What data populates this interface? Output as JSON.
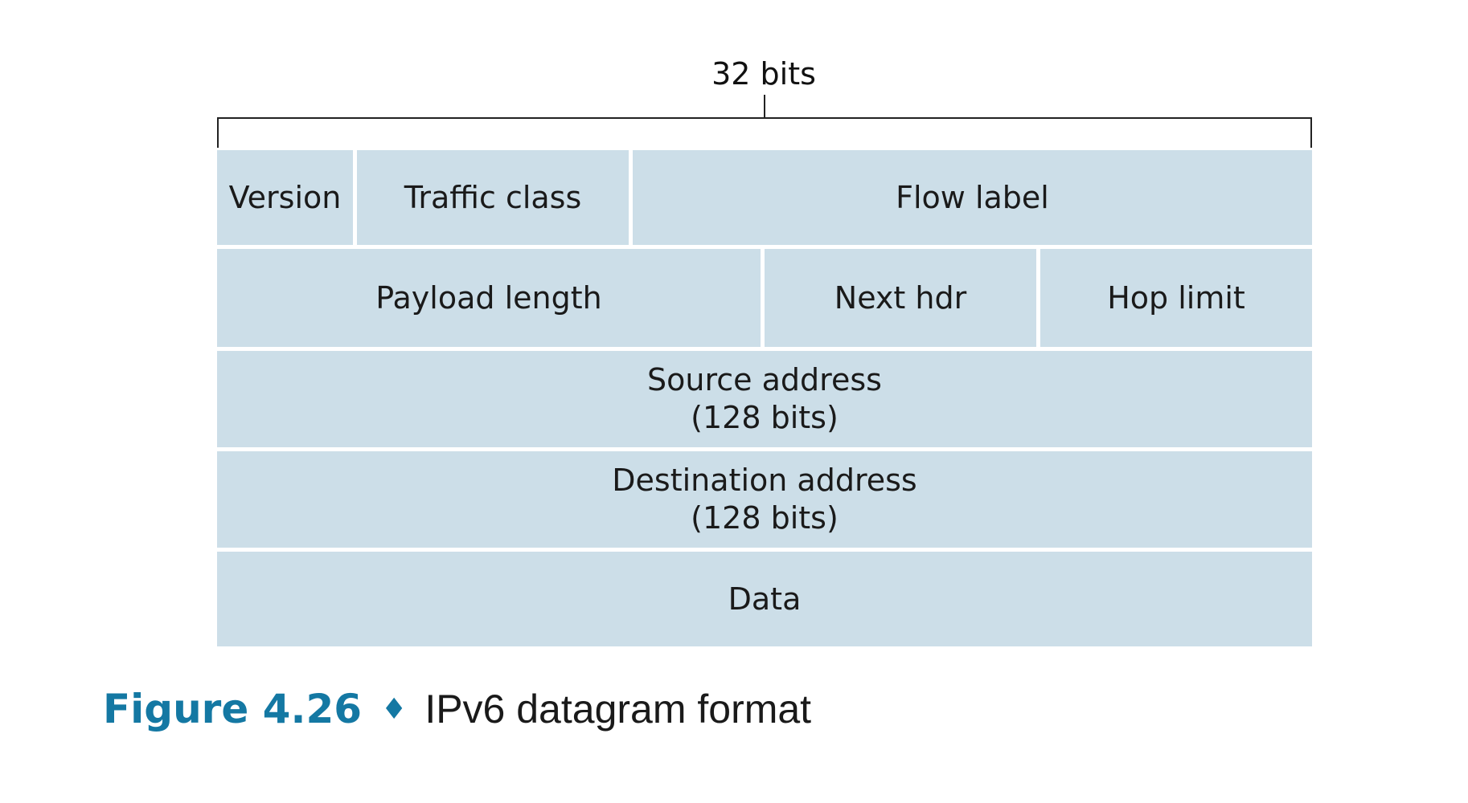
{
  "width_label": "32 bits",
  "rows": [
    {
      "fields": [
        {
          "name": "version",
          "lines": [
            "Version"
          ],
          "bits": 4
        },
        {
          "name": "traffic-class",
          "lines": [
            "Traffic class"
          ],
          "bits": 8
        },
        {
          "name": "flow-label",
          "lines": [
            "Flow label"
          ],
          "bits": 20
        }
      ]
    },
    {
      "fields": [
        {
          "name": "payload-length",
          "lines": [
            "Payload length"
          ],
          "bits": 16
        },
        {
          "name": "next-hdr",
          "lines": [
            "Next hdr"
          ],
          "bits": 8
        },
        {
          "name": "hop-limit",
          "lines": [
            "Hop limit"
          ],
          "bits": 8
        }
      ]
    },
    {
      "fields": [
        {
          "name": "source-address",
          "lines": [
            "Source address",
            "(128 bits)"
          ],
          "bits": 32
        }
      ]
    },
    {
      "fields": [
        {
          "name": "destination-address",
          "lines": [
            "Destination address",
            "(128 bits)"
          ],
          "bits": 32
        }
      ]
    },
    {
      "fields": [
        {
          "name": "data",
          "lines": [
            "Data"
          ],
          "bits": 32
        }
      ]
    }
  ],
  "caption": {
    "number": "Figure 4.26",
    "separator": "♦",
    "title": "IPv6 datagram format"
  },
  "colors": {
    "field_fill": "#ccdee8",
    "caption_accent": "#1478a3",
    "text": "#1a1a1a"
  }
}
